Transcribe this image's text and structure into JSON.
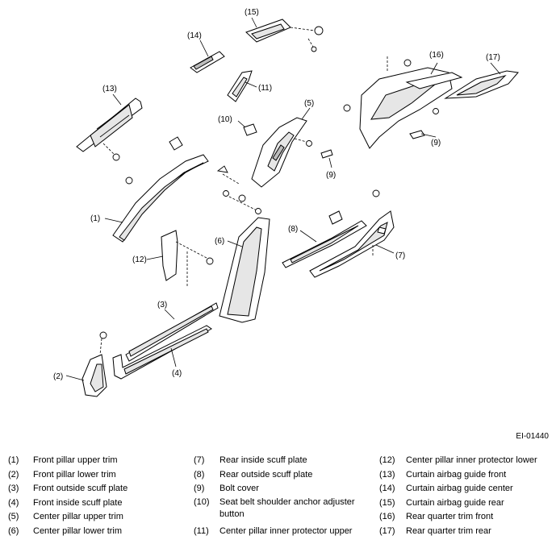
{
  "figure_id": "EI-01440",
  "callouts": {
    "c1": "(1)",
    "c2": "(2)",
    "c3": "(3)",
    "c4": "(4)",
    "c5": "(5)",
    "c6": "(6)",
    "c7": "(7)",
    "c8": "(8)",
    "c9a": "(9)",
    "c9b": "(9)",
    "c10": "(10)",
    "c11": "(11)",
    "c12": "(12)",
    "c13": "(13)",
    "c14": "(14)",
    "c15": "(15)",
    "c16": "(16)",
    "c17": "(17)"
  },
  "legend": {
    "col1": [
      {
        "num": "(1)",
        "label": "Front pillar upper trim"
      },
      {
        "num": "(2)",
        "label": "Front pillar lower trim"
      },
      {
        "num": "(3)",
        "label": "Front outside scuff plate"
      },
      {
        "num": "(4)",
        "label": "Front inside scuff plate"
      },
      {
        "num": "(5)",
        "label": "Center pillar upper trim"
      },
      {
        "num": "(6)",
        "label": "Center pillar lower trim"
      }
    ],
    "col2": [
      {
        "num": "(7)",
        "label": "Rear inside scuff plate"
      },
      {
        "num": "(8)",
        "label": "Rear outside scuff plate"
      },
      {
        "num": "(9)",
        "label": "Bolt cover"
      },
      {
        "num": "(10)",
        "label": "Seat belt shoulder anchor adjuster button"
      },
      {
        "num": "(11)",
        "label": "Center pillar inner protector upper"
      }
    ],
    "col3": [
      {
        "num": "(12)",
        "label": "Center pillar inner protector lower"
      },
      {
        "num": "(13)",
        "label": "Curtain airbag guide front"
      },
      {
        "num": "(14)",
        "label": "Curtain airbag guide center"
      },
      {
        "num": "(15)",
        "label": "Curtain airbag guide rear"
      },
      {
        "num": "(16)",
        "label": "Rear quarter trim front"
      },
      {
        "num": "(17)",
        "label": "Rear quarter trim rear"
      }
    ]
  }
}
